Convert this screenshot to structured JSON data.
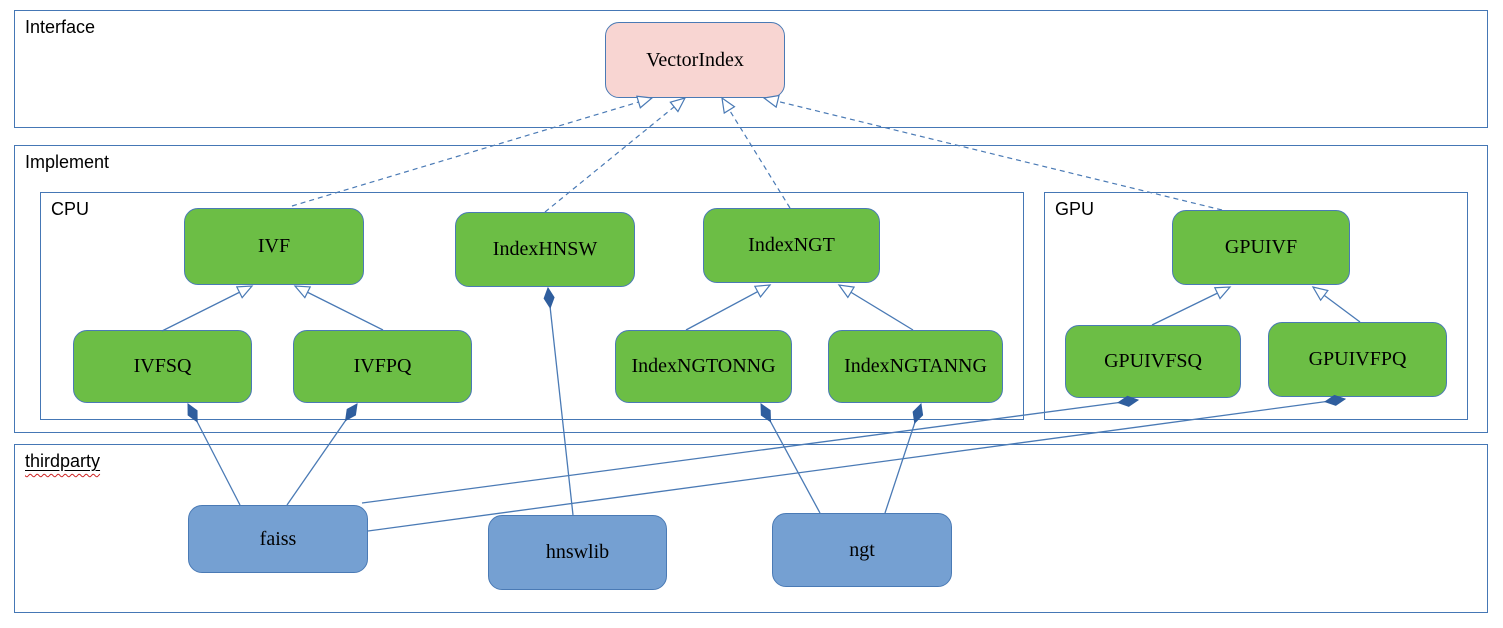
{
  "colors": {
    "container_border": "#4577b5",
    "node_border": "#4a7ab5",
    "interface_node_fill": "#f8d5d2",
    "implement_node_fill": "#6cbe45",
    "thirdparty_node_fill": "#75a0d2",
    "connector": "#4a7ab5",
    "composition_diamond_fill": "#2f5e9e",
    "spellcheck_underline": "#cc2222",
    "text": "#000000",
    "background": "#ffffff"
  },
  "containers": {
    "interface": {
      "label": "Interface"
    },
    "implement": {
      "label": "Implement"
    },
    "cpu": {
      "label": "CPU"
    },
    "gpu": {
      "label": "GPU"
    },
    "thirdparty": {
      "label": "thirdparty"
    }
  },
  "nodes": {
    "vectorindex": {
      "label": "VectorIndex"
    },
    "ivf": {
      "label": "IVF"
    },
    "indexhnsw": {
      "label": "IndexHNSW"
    },
    "indexngt": {
      "label": "IndexNGT"
    },
    "gpuivf": {
      "label": "GPUIVF"
    },
    "ivfsq": {
      "label": "IVFSQ"
    },
    "ivfpq": {
      "label": "IVFPQ"
    },
    "indexngtonng": {
      "label": "IndexNGTONNG"
    },
    "indexngtanng": {
      "label": "IndexNGTANNG"
    },
    "gpuivfsq": {
      "label": "GPUIVFSQ"
    },
    "gpuivfpq": {
      "label": "GPUIVFPQ"
    },
    "faiss": {
      "label": "faiss"
    },
    "hnswlib": {
      "label": "hnswlib"
    },
    "ngt": {
      "label": "ngt"
    }
  },
  "edges": [
    {
      "from": "IVF",
      "to": "VectorIndex",
      "type": "realization"
    },
    {
      "from": "IndexHNSW",
      "to": "VectorIndex",
      "type": "realization"
    },
    {
      "from": "IndexNGT",
      "to": "VectorIndex",
      "type": "realization"
    },
    {
      "from": "GPUIVF",
      "to": "VectorIndex",
      "type": "realization"
    },
    {
      "from": "IVFSQ",
      "to": "IVF",
      "type": "inheritance"
    },
    {
      "from": "IVFPQ",
      "to": "IVF",
      "type": "inheritance"
    },
    {
      "from": "IndexNGTONNG",
      "to": "IndexNGT",
      "type": "inheritance"
    },
    {
      "from": "IndexNGTANNG",
      "to": "IndexNGT",
      "type": "inheritance"
    },
    {
      "from": "GPUIVFSQ",
      "to": "GPUIVF",
      "type": "inheritance"
    },
    {
      "from": "GPUIVFPQ",
      "to": "GPUIVF",
      "type": "inheritance"
    },
    {
      "from": "faiss",
      "to": "IVFSQ",
      "type": "composition"
    },
    {
      "from": "faiss",
      "to": "IVFPQ",
      "type": "composition"
    },
    {
      "from": "hnswlib",
      "to": "IndexHNSW",
      "type": "composition"
    },
    {
      "from": "ngt",
      "to": "IndexNGTONNG",
      "type": "composition"
    },
    {
      "from": "ngt",
      "to": "IndexNGTANNG",
      "type": "composition"
    },
    {
      "from": "faiss",
      "to": "GPUIVFSQ",
      "type": "composition"
    },
    {
      "from": "faiss",
      "to": "GPUIVFPQ",
      "type": "composition"
    }
  ]
}
